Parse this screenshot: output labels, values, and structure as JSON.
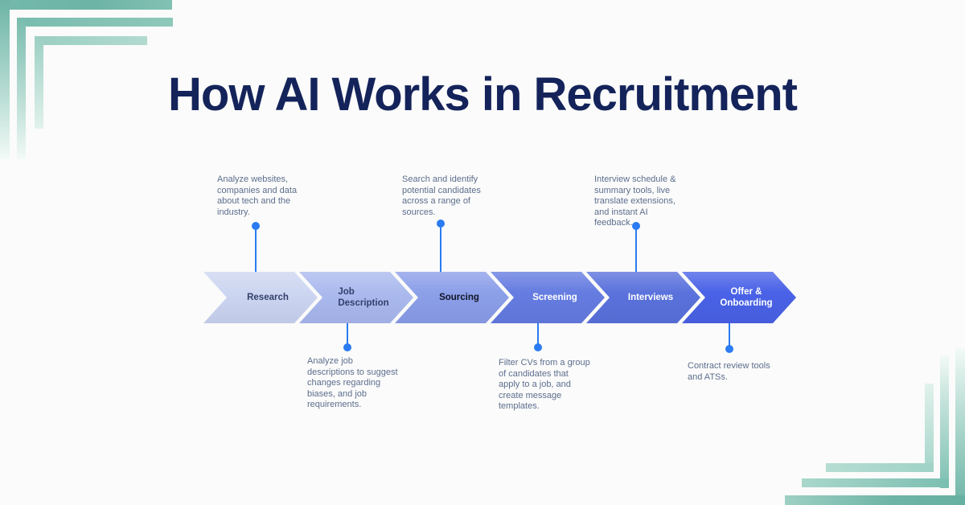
{
  "title": {
    "text": "How AI Works in Recruitment"
  },
  "colors": {
    "background": "#fafbfa",
    "title": "#14235a",
    "connector_blue": "#2b7bf2",
    "annotation_text": "#5e6e8e",
    "decor_teal_dark": "#6db4a6",
    "decor_teal_mid": "#9bcfc2",
    "decor_teal_fade": "#f2faf7"
  },
  "steps": [
    {
      "lines": [
        "Research"
      ],
      "color": "#cdd6f1",
      "label_color": "#323f6b"
    },
    {
      "lines": [
        "Job",
        "Description"
      ],
      "color": "#abbaee",
      "label_color": "#323f6b"
    },
    {
      "lines": [
        "Sourcing"
      ],
      "color": "#8c9fe9",
      "label_color": "#101426"
    },
    {
      "lines": [
        "Screening"
      ],
      "color": "#657ce1",
      "label_color": "#ffffff"
    },
    {
      "lines": [
        "Interviews"
      ],
      "color": "#5a72dc",
      "label_color": "#ffffff"
    },
    {
      "lines": [
        "Offer &",
        "Onboarding"
      ],
      "color": "#4a62e7",
      "label_color": "#ffffff"
    }
  ],
  "annotations": {
    "top": [
      {
        "step": "Research",
        "lines": [
          "Analyze websites,",
          "companies and data",
          "about tech and the",
          "industry."
        ]
      },
      {
        "step": "Sourcing",
        "lines": [
          "Search and identify",
          "potential candidates",
          "across a range of",
          "sources."
        ]
      },
      {
        "step": "Interviews",
        "lines": [
          "Interview schedule &",
          "summary tools, live",
          "translate extensions,",
          "and instant AI",
          "feedback."
        ]
      }
    ],
    "bottom": [
      {
        "step": "Job Description",
        "lines": [
          "Analyze job",
          "descriptions to suggest",
          "changes regarding",
          "biases, and job",
          "requirements."
        ]
      },
      {
        "step": "Screening",
        "lines": [
          "Filter CVs from a group",
          "of candidates that",
          "apply to a job, and",
          "create message",
          "templates."
        ]
      },
      {
        "step": "Offer & Onboarding",
        "lines": [
          "Contract review tools",
          "and ATSs."
        ]
      }
    ]
  }
}
